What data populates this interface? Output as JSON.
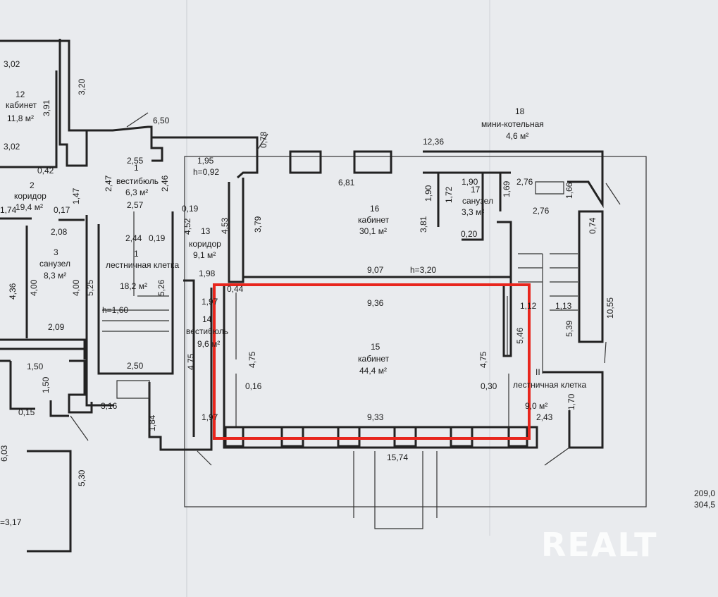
{
  "rooms": [
    {
      "number": "12",
      "name": "кабинет",
      "area": "11,8 м²"
    },
    {
      "number": "2",
      "name": "коридор",
      "area": "19,4 м²"
    },
    {
      "number": "3",
      "name": "санузел",
      "area": "8,3 м²"
    },
    {
      "number": "1",
      "name": "вестибюль",
      "area": "6,3 м²"
    },
    {
      "number": "1",
      "name": "лестничная клетка",
      "area": "18,2 м²"
    },
    {
      "number": "13",
      "name": "коридор",
      "area": "9,1 м²"
    },
    {
      "number": "14",
      "name": "вестибюль",
      "area": "9,6 м²"
    },
    {
      "number": "16",
      "name": "кабинет",
      "area": "30,1 м²"
    },
    {
      "number": "17",
      "name": "санузел",
      "area": "3,3 м²"
    },
    {
      "number": "18",
      "name": "мини-котельная",
      "area": "4,6 м²"
    },
    {
      "number": "15",
      "name": "кабинет",
      "area": "44,4 м²"
    },
    {
      "number": "II",
      "name": "лестничная клетка",
      "area": "9,0 м²"
    }
  ],
  "dimensions": [
    "3,02",
    "3,20",
    "3,91",
    "3,02",
    "0,42",
    "6,50",
    "0,78",
    "1,95",
    "h=0,92",
    "12,36",
    "2,55",
    "2,47",
    "2,46",
    "2,57",
    "0,19",
    "1,47",
    "0,17",
    "2,08",
    "2,44",
    "0,19",
    "4,52",
    "4,53",
    "3,79",
    "6,81",
    "1,90",
    "1,90",
    "1,72",
    "3,81",
    "1,69",
    "2,76",
    "1,66",
    "2,76",
    "0,74",
    "0,20",
    "1,98",
    "9,07",
    "h=3,20",
    "0,44",
    "9,36",
    "1,97",
    "1,12",
    "1,13",
    "5,46",
    "5,39",
    "10,55",
    "4,36",
    "4,00",
    "4,00",
    "5,25",
    "5,26",
    "h=1,60",
    "2,09",
    "4,75",
    "4,75",
    "4,75",
    "0,16",
    "0,30",
    "2,50",
    "1,50",
    "1,50",
    "0,15",
    "3,16",
    "1,84",
    "1,97",
    "9,33",
    "2,43",
    "1,70",
    "15,74",
    "5,30",
    "=3,17",
    "6,03",
    "1,74"
  ],
  "totals": [
    "209,0",
    "304,5"
  ],
  "watermark": "REALT",
  "highlight_color": "#e8261d"
}
